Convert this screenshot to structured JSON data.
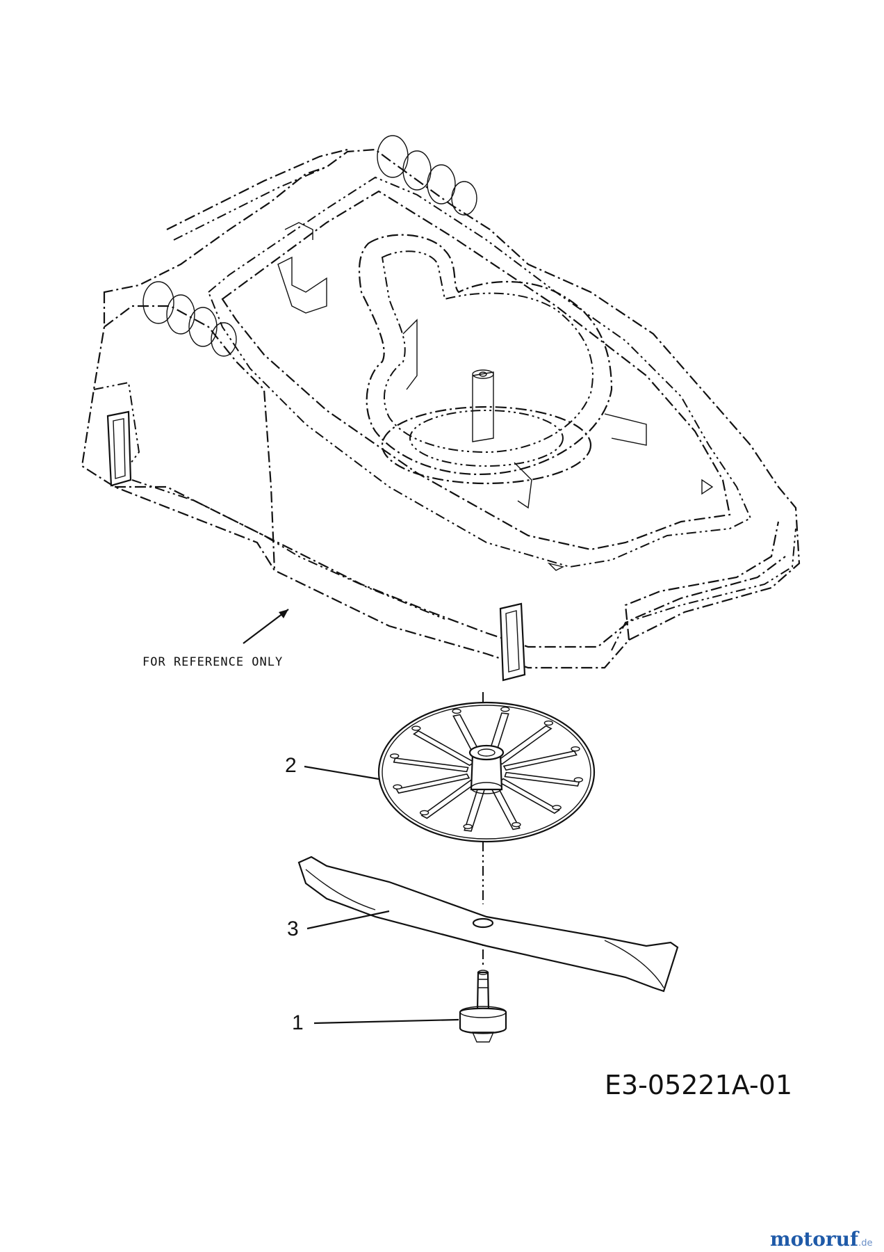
{
  "reference_note": "FOR REFERENCE ONLY",
  "callouts": [
    {
      "id": "2",
      "label": "2"
    },
    {
      "id": "3",
      "label": "3"
    },
    {
      "id": "1",
      "label": "1"
    }
  ],
  "drawing_code": "E3-05221A-01",
  "watermark": {
    "brand": "motoruf",
    "suffix": ".de"
  }
}
